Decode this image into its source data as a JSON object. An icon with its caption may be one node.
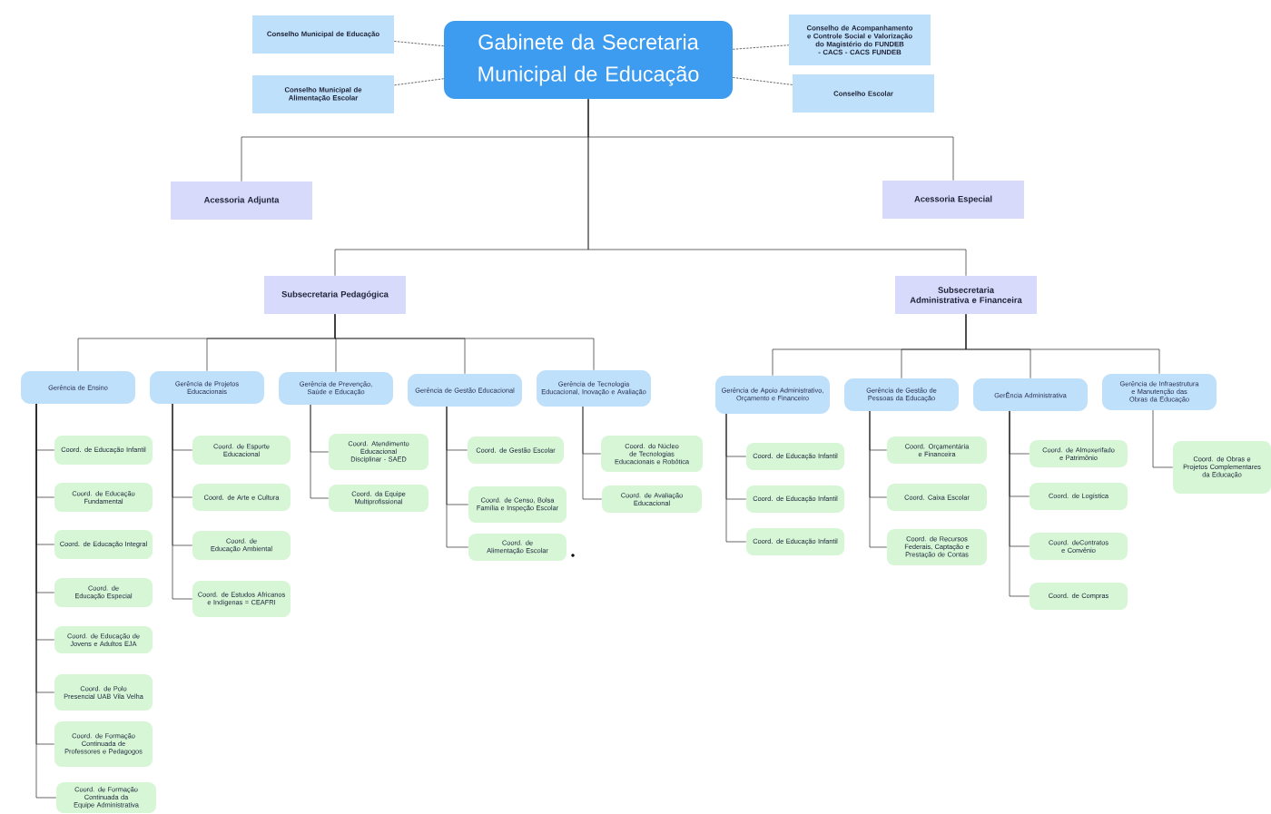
{
  "diagram": {
    "nodes": [
      {
        "text": [
          "Gabinete da Secretaria Municipal de Educação"
        ]
      },
      {
        "text": [
          "Conselho Municipal de Educação"
        ]
      },
      {
        "text": [
          "Conselho Municipal de Alimentação Escolar"
        ]
      },
      {
        "text": [
          "Conselho de Acompanhamento e Controle Social e Valorização do Magistério do FUNDEB - CACS - CACS FUNDEB"
        ]
      },
      {
        "text": [
          "Conselho Escolar"
        ]
      },
      {
        "text": [
          "Acessoria Adjunta"
        ]
      },
      {
        "text": [
          "Acessoria Especial"
        ]
      },
      {
        "text": [
          "Subsecretaria Pedagógica"
        ]
      },
      {
        "text": [
          "Subsecretaria Administrativa e Financeira"
        ]
      },
      {
        "text": [
          "Gerência de Ensino"
        ]
      },
      {
        "text": [
          "Gerência de Projetos Educacionais"
        ]
      },
      {
        "text": [
          "Gerência de Prevenção, Saúde e Educação"
        ]
      },
      {
        "text": [
          "Gerência de Gestão Educacional"
        ]
      },
      {
        "text": [
          "Gerência de Tecnologia Educacional, Inovação e Avaliação"
        ]
      },
      {
        "text": [
          "Gerência de Apoio Administrativo, Orçamento e Financeiro"
        ]
      },
      {
        "text": [
          "Gerência de Gestão de Pessoas da Educação"
        ]
      },
      {
        "text": [
          "GerÊncia Administrativa"
        ]
      },
      {
        "text": [
          "Gerência de Infraestrutura e Manutenção das Obras da Educação"
        ]
      },
      {
        "text": [
          "Coord. de Educação Infantil"
        ]
      },
      {
        "text": [
          "Coord. de Educação Fundamental"
        ]
      },
      {
        "text": [
          "Coord. de Educação Integral"
        ]
      },
      {
        "text": [
          "Coord. de Educação Especial"
        ]
      },
      {
        "text": [
          "Coord. de Educação de Jovens e Adultos EJA"
        ]
      },
      {
        "text": [
          "Coord. de Polo Presencial UAB Vila Velha"
        ]
      },
      {
        "text": [
          "Coord. de Formação Continuada de Professores e Pedagogos"
        ]
      },
      {
        "text": [
          "Coord. de Formação Continuada da Equipe Administrativa"
        ]
      },
      {
        "text": [
          "Coord. de Esporte Educacional"
        ]
      },
      {
        "text": [
          "Coord. de Arte e Cultura"
        ]
      },
      {
        "text": [
          "Coord. de Educação Ambiental"
        ]
      },
      {
        "text": [
          "Coord. de Estudos Africanos e Indígenas = CEAFRI"
        ]
      },
      {
        "text": [
          "Coord. Atendimento Educacional Disciplinar - SAED"
        ]
      },
      {
        "text": [
          "Coord. da Equipe Multiprofissional"
        ]
      },
      {
        "text": [
          "Coord. de Gestão Escolar"
        ]
      },
      {
        "text": [
          "Coord. de Censo, Bolsa Família e Inspeção Escolar"
        ]
      },
      {
        "text": [
          "Coord. de Alimentação Escolar"
        ]
      },
      {
        "text": [
          "Coord. do Núcleo de Tecnologias Educacionais e Robótica"
        ]
      },
      {
        "text": [
          "Coord. de Avaliação Educacional"
        ]
      },
      {
        "text": [
          "Coord. de Educação Infantil"
        ]
      },
      {
        "text": [
          "Coord. de Educação Infantil"
        ]
      },
      {
        "text": [
          "Coord. de Educação Infantil"
        ]
      },
      {
        "text": [
          "Coord. Orçamentária e Financeira"
        ]
      },
      {
        "text": [
          "Coord. Caixa Escolar"
        ]
      },
      {
        "text": [
          "Coord. de Recursos Federais, Captação e Prestação de Contas"
        ]
      },
      {
        "text": [
          "Coord. de Almoxerifado e Patrimônio"
        ]
      },
      {
        "text": [
          "Coord. de Logística"
        ]
      },
      {
        "text": [
          "Coord. deContratos e Convênio"
        ]
      },
      {
        "text": [
          "Coord. de Compras"
        ]
      },
      {
        "text": [
          "Coord. de Obras e Projetos Complementares da Educação"
        ]
      }
    ],
    "edges": [
      {
        "from": 0,
        "to": 1,
        "arrow": "none",
        "style": "dashed"
      },
      {
        "from": 0,
        "to": 2,
        "arrow": "none",
        "style": "dashed"
      },
      {
        "from": 0,
        "to": 3,
        "arrow": "none",
        "style": "dashed"
      },
      {
        "from": 0,
        "to": 4,
        "arrow": "none",
        "style": "dashed"
      },
      {
        "from": 0,
        "to": 5,
        "arrow": "none"
      },
      {
        "from": 0,
        "to": 6,
        "arrow": "none"
      },
      {
        "from": 0,
        "to": 7,
        "arrow": "none"
      },
      {
        "from": 0,
        "to": 8,
        "arrow": "none"
      },
      {
        "from": 7,
        "to": 9,
        "arrow": "none"
      },
      {
        "from": 7,
        "to": 10,
        "arrow": "none"
      },
      {
        "from": 7,
        "to": 11,
        "arrow": "none"
      },
      {
        "from": 7,
        "to": 12,
        "arrow": "none"
      },
      {
        "from": 7,
        "to": 13,
        "arrow": "none"
      },
      {
        "from": 8,
        "to": 14,
        "arrow": "none"
      },
      {
        "from": 8,
        "to": 15,
        "arrow": "none"
      },
      {
        "from": 8,
        "to": 16,
        "arrow": "none"
      },
      {
        "from": 8,
        "to": 17,
        "arrow": "none"
      },
      {
        "from": 9,
        "to": 18,
        "arrow": "none"
      },
      {
        "from": 9,
        "to": 19,
        "arrow": "none"
      },
      {
        "from": 9,
        "to": 20,
        "arrow": "none"
      },
      {
        "from": 9,
        "to": 21,
        "arrow": "none"
      },
      {
        "from": 9,
        "to": 22,
        "arrow": "none"
      },
      {
        "from": 9,
        "to": 23,
        "arrow": "none"
      },
      {
        "from": 9,
        "to": 24,
        "arrow": "none"
      },
      {
        "from": 9,
        "to": 25,
        "arrow": "none"
      },
      {
        "from": 10,
        "to": 26,
        "arrow": "none"
      },
      {
        "from": 10,
        "to": 27,
        "arrow": "none"
      },
      {
        "from": 10,
        "to": 28,
        "arrow": "none"
      },
      {
        "from": 10,
        "to": 29,
        "arrow": "none"
      },
      {
        "from": 11,
        "to": 30,
        "arrow": "none"
      },
      {
        "from": 11,
        "to": 31,
        "arrow": "none"
      },
      {
        "from": 12,
        "to": 32,
        "arrow": "none"
      },
      {
        "from": 12,
        "to": 33,
        "arrow": "none"
      },
      {
        "from": 12,
        "to": 34,
        "arrow": "none"
      },
      {
        "from": 13,
        "to": 35,
        "arrow": "none"
      },
      {
        "from": 13,
        "to": 36,
        "arrow": "none"
      },
      {
        "from": 14,
        "to": 37,
        "arrow": "none"
      },
      {
        "from": 14,
        "to": 38,
        "arrow": "none"
      },
      {
        "from": 14,
        "to": 39,
        "arrow": "none"
      },
      {
        "from": 15,
        "to": 40,
        "arrow": "none"
      },
      {
        "from": 15,
        "to": 41,
        "arrow": "none"
      },
      {
        "from": 15,
        "to": 42,
        "arrow": "none"
      },
      {
        "from": 16,
        "to": 43,
        "arrow": "none"
      },
      {
        "from": 16,
        "to": 44,
        "arrow": "none"
      },
      {
        "from": 16,
        "to": 45,
        "arrow": "none"
      },
      {
        "from": 16,
        "to": 46,
        "arrow": "none"
      },
      {
        "from": 17,
        "to": 47,
        "arrow": "none"
      }
    ]
  }
}
